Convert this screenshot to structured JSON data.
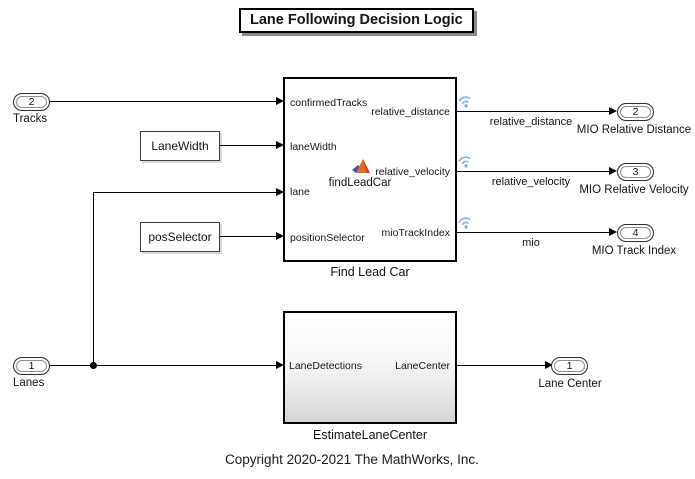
{
  "annotations": {
    "title": "Lane Following Decision Logic",
    "copyright": "Copyright 2020-2021 The MathWorks, Inc."
  },
  "inports": {
    "tracks": {
      "number": "2",
      "label": "Tracks"
    },
    "lanes": {
      "number": "1",
      "label": "Lanes"
    }
  },
  "outports": {
    "mio_relative_distance": {
      "number": "2",
      "label": "MIO Relative Distance",
      "signal": "relative_distance"
    },
    "mio_relative_velocity": {
      "number": "3",
      "label": "MIO Relative Velocity",
      "signal": "relative_velocity"
    },
    "mio_track_index": {
      "number": "4",
      "label": "MIO Track Index",
      "signal": "mio"
    },
    "lane_center": {
      "number": "1",
      "label": "Lane Center"
    }
  },
  "blocks": {
    "lane_width": {
      "label": "LaneWidth"
    },
    "pos_selector": {
      "label": "posSelector"
    },
    "find_lead_car": {
      "label": "Find Lead Car",
      "function_label": "findLeadCar",
      "in_ports": [
        "confirmedTracks",
        "laneWidth",
        "lane",
        "positionSelector"
      ],
      "out_ports": [
        "relative_distance",
        "relative_velocity",
        "mioTrackIndex"
      ]
    },
    "estimate_lane_center": {
      "label": "EstimateLaneCenter",
      "in_ports": [
        "LaneDetections"
      ],
      "out_ports": [
        "LaneCenter"
      ]
    }
  },
  "icons": {
    "logged_signal": "wifi-style signal logging badge",
    "matlab_logo": "MATLAB function membrane logo"
  },
  "colors": {
    "line": "#000000",
    "logged_signal_blue": "#8cb4e4",
    "matlab_orange": "#dd6a2f",
    "matlab_blue": "#44559f",
    "block_gradient_bottom": "#d5d5d5"
  }
}
